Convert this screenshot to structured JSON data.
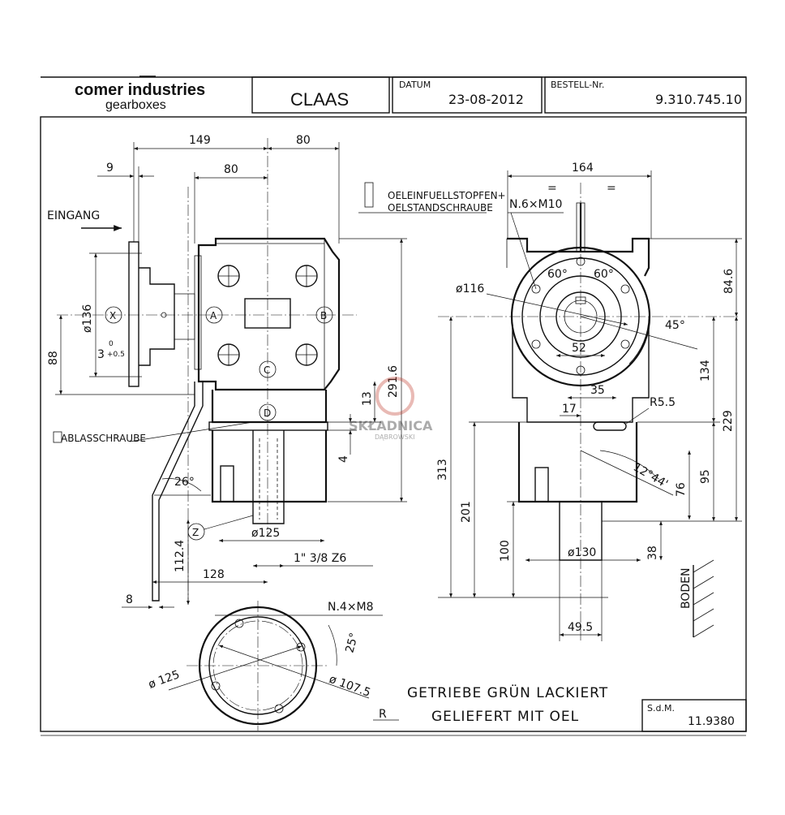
{
  "title_block": {
    "brand": "comer industries",
    "subbrand": "gearboxes",
    "customer": "CLAAS",
    "date_label": "DATUM",
    "date_value": "23-08-2012",
    "order_label": "BESTELL-Nr.",
    "order_value": "9.310.745.10"
  },
  "labels": {
    "eingang": "EINGANG",
    "oil_fill_1": "OELEINFUELLSTOPFEN+",
    "oil_fill_2": "OELSTANDSCHRAUBE",
    "drain": "ABLASSCHRAUBE",
    "boden": "BODEN",
    "note_1": "GETRIEBE GRÜN LACKIERT",
    "note_2": "GELIEFERT MIT OEL",
    "r_mark": "R",
    "sdm_label": "S.d.M.",
    "sdm_value": "11.9380",
    "watermark_1": "SKŁADNICA",
    "watermark_2": "DĄBROWSKI"
  },
  "points": {
    "a": "A",
    "b": "B",
    "c": "C",
    "d": "D",
    "x": "X",
    "z": "Z"
  },
  "dims": {
    "d149": "149",
    "d80a": "80",
    "d80b": "80",
    "d9": "9",
    "d136": "ø136",
    "d3": "3",
    "d3tol_up": "0",
    "d3tol_low": "+0.5",
    "d88": "88",
    "d291": "291.6",
    "d13": "13",
    "d4": "4",
    "d26": "26°",
    "d1124": "112.4",
    "d128": "128",
    "d8": "8",
    "d125a": "ø125",
    "dthread": "1\" 3/8  Z6",
    "d164": "164",
    "eq1": "=",
    "eq2": "=",
    "n6": "N.6×M10",
    "a60a": "60°",
    "a60b": "60°",
    "d116": "ø116",
    "d52": "52",
    "a45": "45°",
    "d846": "84.6",
    "d35": "35",
    "d17": "17",
    "r55": "R5.5",
    "d134": "134",
    "d229": "229",
    "d313": "313",
    "d201": "201",
    "a1244": "12°44'",
    "d76": "76",
    "d95": "95",
    "d100": "100",
    "d130": "ø130",
    "d38": "38",
    "d495": "49.5",
    "n4": "N.4×M8",
    "a25": "25°",
    "d125b": "ø 125",
    "d1075": "ø 107.5"
  }
}
